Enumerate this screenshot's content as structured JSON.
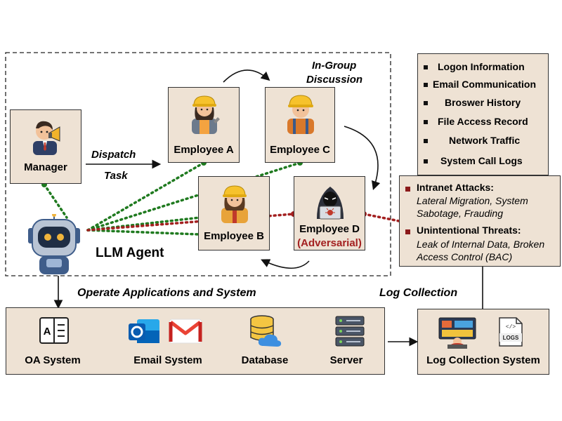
{
  "group": {
    "title_line1": "In-Group",
    "title_line2": "Discussion"
  },
  "manager": {
    "label": "Manager"
  },
  "dispatch": {
    "line1": "Dispatch",
    "line2": "Task"
  },
  "employees": {
    "a": {
      "label": "Employee A"
    },
    "b": {
      "label": "Employee B"
    },
    "c": {
      "label": "Employee C"
    },
    "d": {
      "label": "Employee D",
      "tag": "(Adversarial)"
    }
  },
  "agent": {
    "label": "LLM Agent"
  },
  "operate": {
    "label": "Operate Applications and System"
  },
  "log_collection": {
    "label": "Log Collection"
  },
  "pipeline": {
    "oa": "OA System",
    "email": "Email System",
    "database": "Database",
    "server": "Server",
    "log_system": "Log Collection System",
    "logs_icon_text": "LOGS"
  },
  "log_types": [
    "Logon Information",
    "Email Communication",
    "Broswer History",
    "File Access Record",
    "Network Traffic",
    "System Call Logs"
  ],
  "threats": {
    "intranet_title": "Intranet Attacks:",
    "intranet_desc_line1": "Lateral Migration, System",
    "intranet_desc_line2": "Sabotage, Frauding",
    "unintentional_title": "Unintentional Threats:",
    "unintentional_desc_line1": "Leak of Internal Data, Broken",
    "unintentional_desc_line2": "Access Control (BAC)"
  },
  "icons": {
    "manager": "manager-megaphone-icon",
    "worker": "construction-worker-icon",
    "hacker": "hacker-icon",
    "robot": "robot-icon",
    "oa": "oa-system-icon",
    "outlook": "outlook-icon",
    "gmail": "gmail-icon",
    "database": "database-cloud-icon",
    "server": "server-icon",
    "monitor": "monitoring-screen-icon",
    "logs": "logs-file-icon"
  },
  "colors": {
    "box_fill": "#eee2d4",
    "dotted_green": "#1f7a1f",
    "dotted_red": "#a32020",
    "adversarial": "#a32020"
  }
}
